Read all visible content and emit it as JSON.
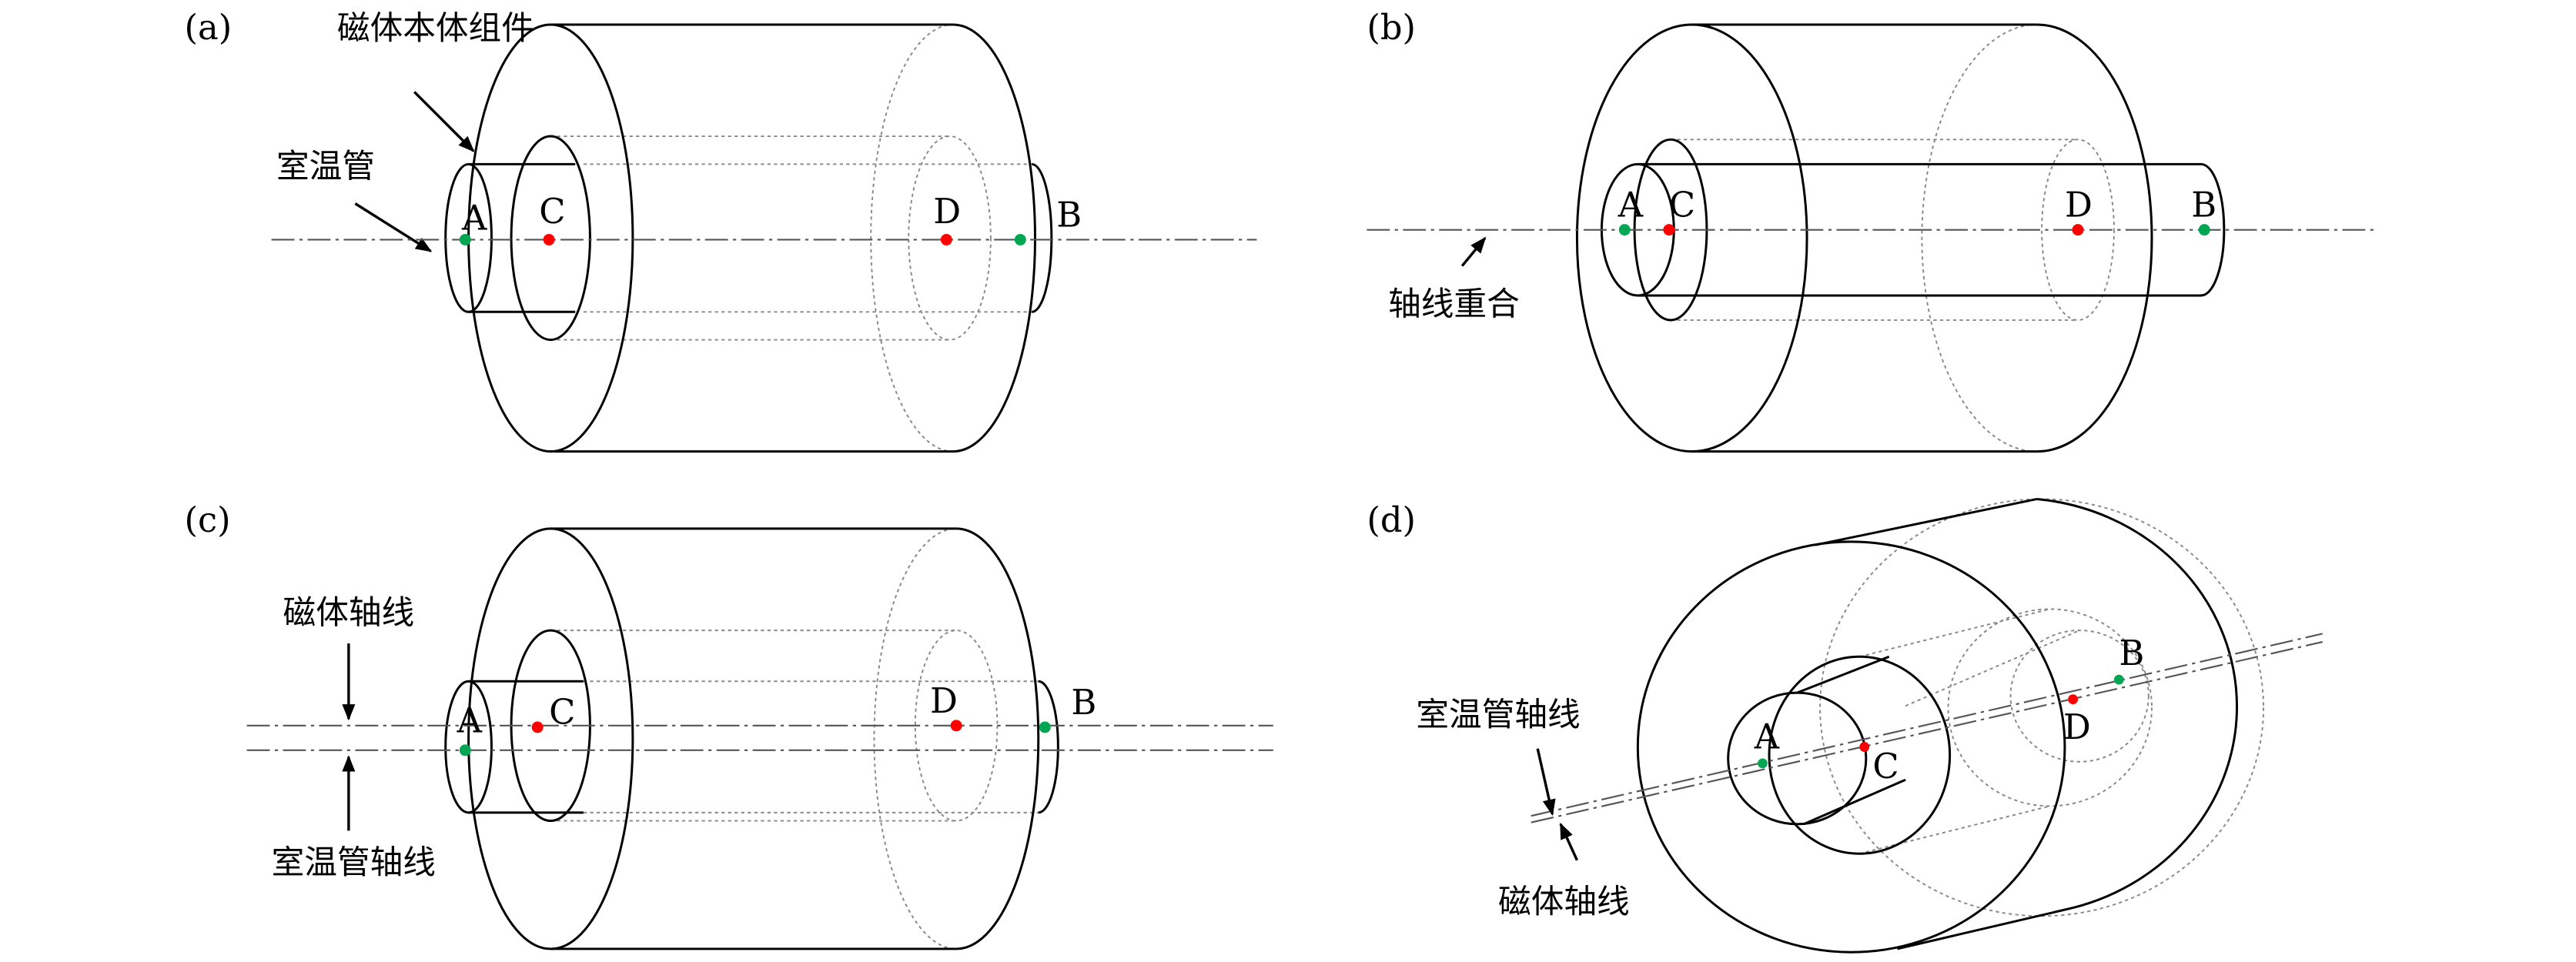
{
  "panels": {
    "a": {
      "label": "(a)",
      "magnet_label": "磁体本体组件",
      "tube_label": "室温管",
      "points": {
        "A": "A",
        "B": "B",
        "C": "C",
        "D": "D"
      }
    },
    "b": {
      "label": "(b)",
      "axis_note": "轴线重合",
      "points": {
        "A": "A",
        "B": "B",
        "C": "C",
        "D": "D"
      }
    },
    "c": {
      "label": "(c)",
      "magnet_axis": "磁体轴线",
      "tube_axis": "室温管轴线",
      "points": {
        "A": "A",
        "B": "B",
        "C": "C",
        "D": "D"
      }
    },
    "d": {
      "label": "(d)",
      "magnet_axis": "磁体轴线",
      "tube_axis": "室温管轴线",
      "points": {
        "A": "A",
        "B": "B",
        "C": "C",
        "D": "D"
      }
    }
  },
  "colors": {
    "tube_point": "#00a651",
    "magnet_point": "#ff0000"
  }
}
